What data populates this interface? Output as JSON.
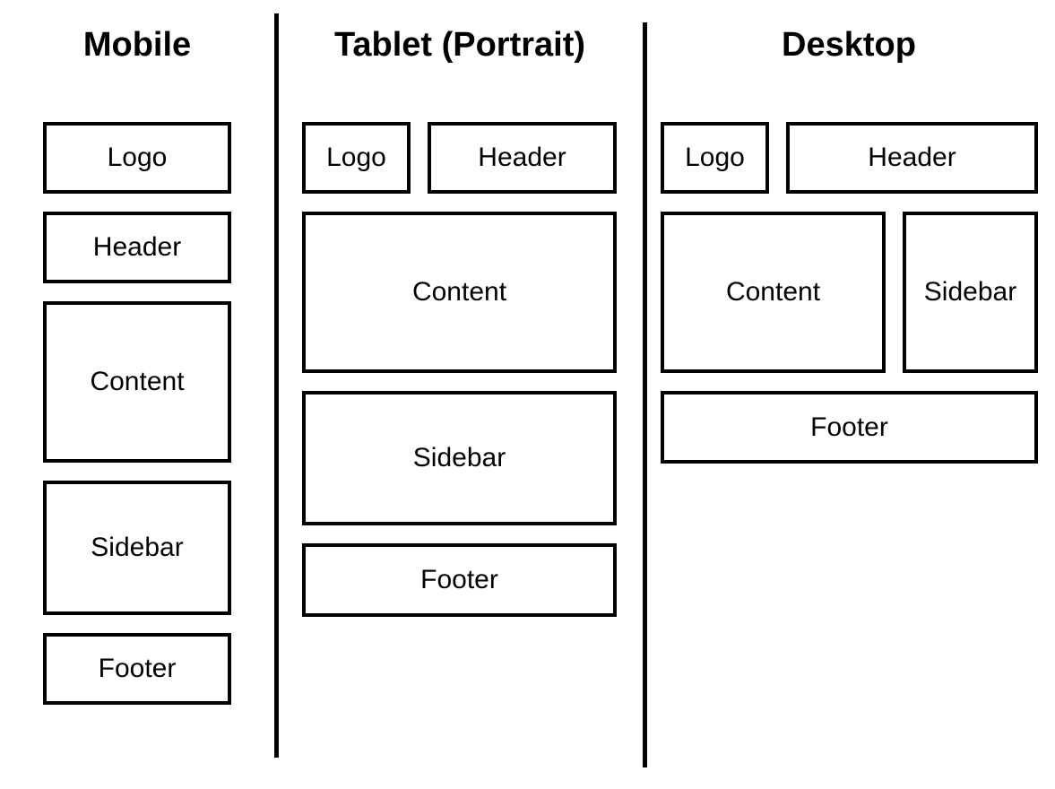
{
  "colors": {
    "background": "#ffffff",
    "line": "#000000",
    "text": "#000000"
  },
  "columns": [
    {
      "title": "Mobile",
      "boxes": [
        {
          "name": "logo",
          "label": "Logo"
        },
        {
          "name": "header",
          "label": "Header"
        },
        {
          "name": "content",
          "label": "Content"
        },
        {
          "name": "sidebar",
          "label": "Sidebar"
        },
        {
          "name": "footer",
          "label": "Footer"
        }
      ]
    },
    {
      "title": "Tablet (Portrait)",
      "boxes": [
        {
          "name": "logo",
          "label": "Logo"
        },
        {
          "name": "header",
          "label": "Header"
        },
        {
          "name": "content",
          "label": "Content"
        },
        {
          "name": "sidebar",
          "label": "Sidebar"
        },
        {
          "name": "footer",
          "label": "Footer"
        }
      ]
    },
    {
      "title": "Desktop",
      "boxes": [
        {
          "name": "logo",
          "label": "Logo"
        },
        {
          "name": "header",
          "label": "Header"
        },
        {
          "name": "content",
          "label": "Content"
        },
        {
          "name": "sidebar",
          "label": "Sidebar"
        },
        {
          "name": "footer",
          "label": "Footer"
        }
      ]
    }
  ]
}
